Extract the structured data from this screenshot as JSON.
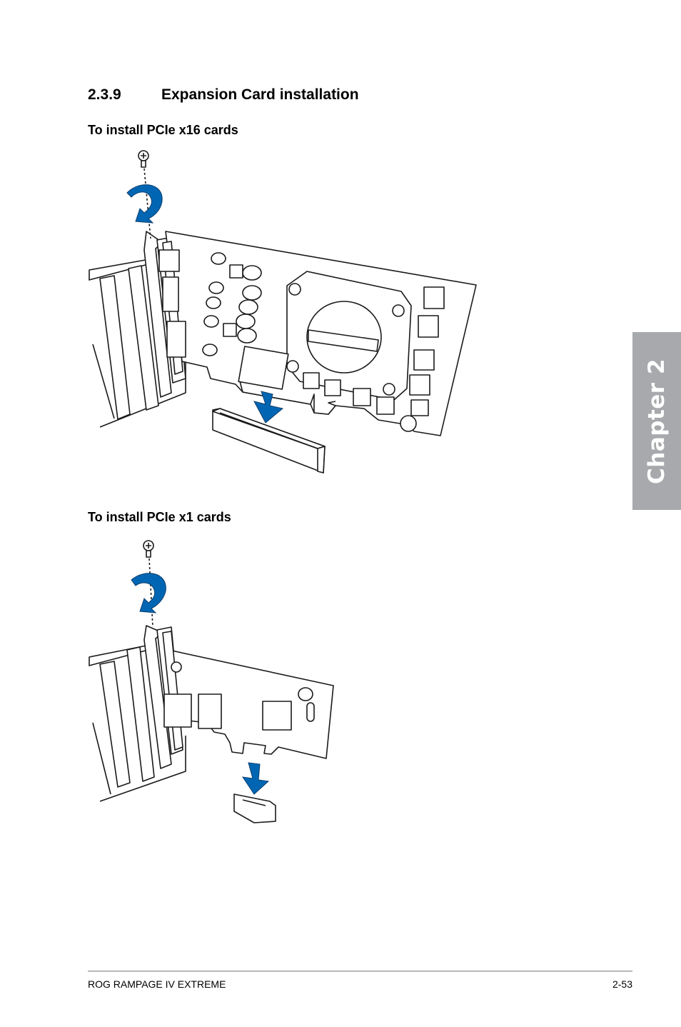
{
  "section": {
    "number": "2.3.9",
    "title": "Expansion Card installation"
  },
  "subsections": [
    {
      "heading": "To install PCIe x16 cards"
    },
    {
      "heading": "To install PCIe x1 cards"
    }
  ],
  "chapter_tab": {
    "label": "Chapter 2"
  },
  "footer": {
    "left": "ROG RAMPAGE IV EXTREME",
    "right": "2-53"
  },
  "colors": {
    "arrow": "#0066b3",
    "tab": "#a7a9ac"
  }
}
